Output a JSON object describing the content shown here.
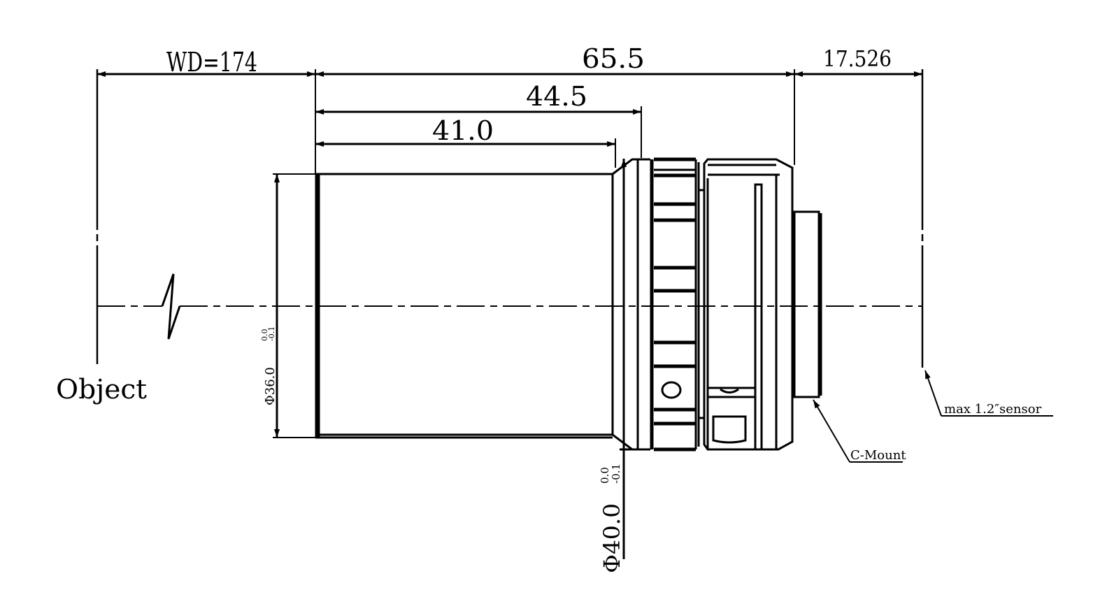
{
  "title": "Lens outline drawing",
  "dimensions": {
    "working_distance": "WD=174",
    "total_length": "65.5",
    "back_focal": "17.526",
    "length_44": "44.5",
    "length_41": "41.0",
    "diameter_36": "Φ36.0",
    "diameter_36_tol_upper": "0.0",
    "diameter_36_tol_lower": "-0.1",
    "diameter_40": "Φ40.0",
    "diameter_40_tol_upper": "0.0",
    "diameter_40_tol_lower": "-0.1"
  },
  "labels": {
    "object": "Object",
    "sensor": "max 1.2″sensor",
    "mount": "C-Mount"
  }
}
